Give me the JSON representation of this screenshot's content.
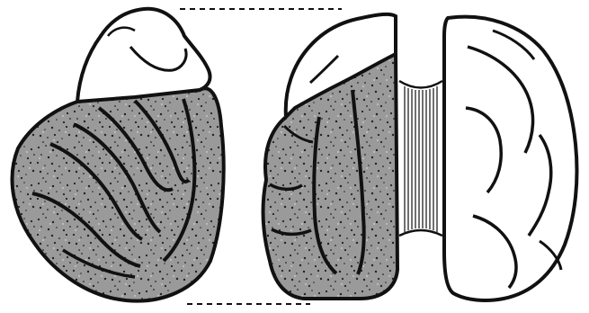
{
  "figure": {
    "background": "#ffffff",
    "ink": "#111111",
    "stipple_fill": "#8c8c8c",
    "plain_fill": "#ffffff",
    "views": [
      {
        "name": "lateral-view",
        "regions": [
          "unshaded-frontal-region",
          "stippled-posterior-region"
        ]
      },
      {
        "name": "dorsal-view-left-hemisphere",
        "regions": [
          "unshaded-frontal-region",
          "stippled-region"
        ]
      },
      {
        "name": "dorsal-view-right-hemisphere",
        "regions": [
          "unshaded-hemisphere"
        ]
      }
    ],
    "connectors": [
      "top-dashed-guide",
      "bottom-dashed-guide",
      "corpus-callosum-fibers"
    ]
  }
}
